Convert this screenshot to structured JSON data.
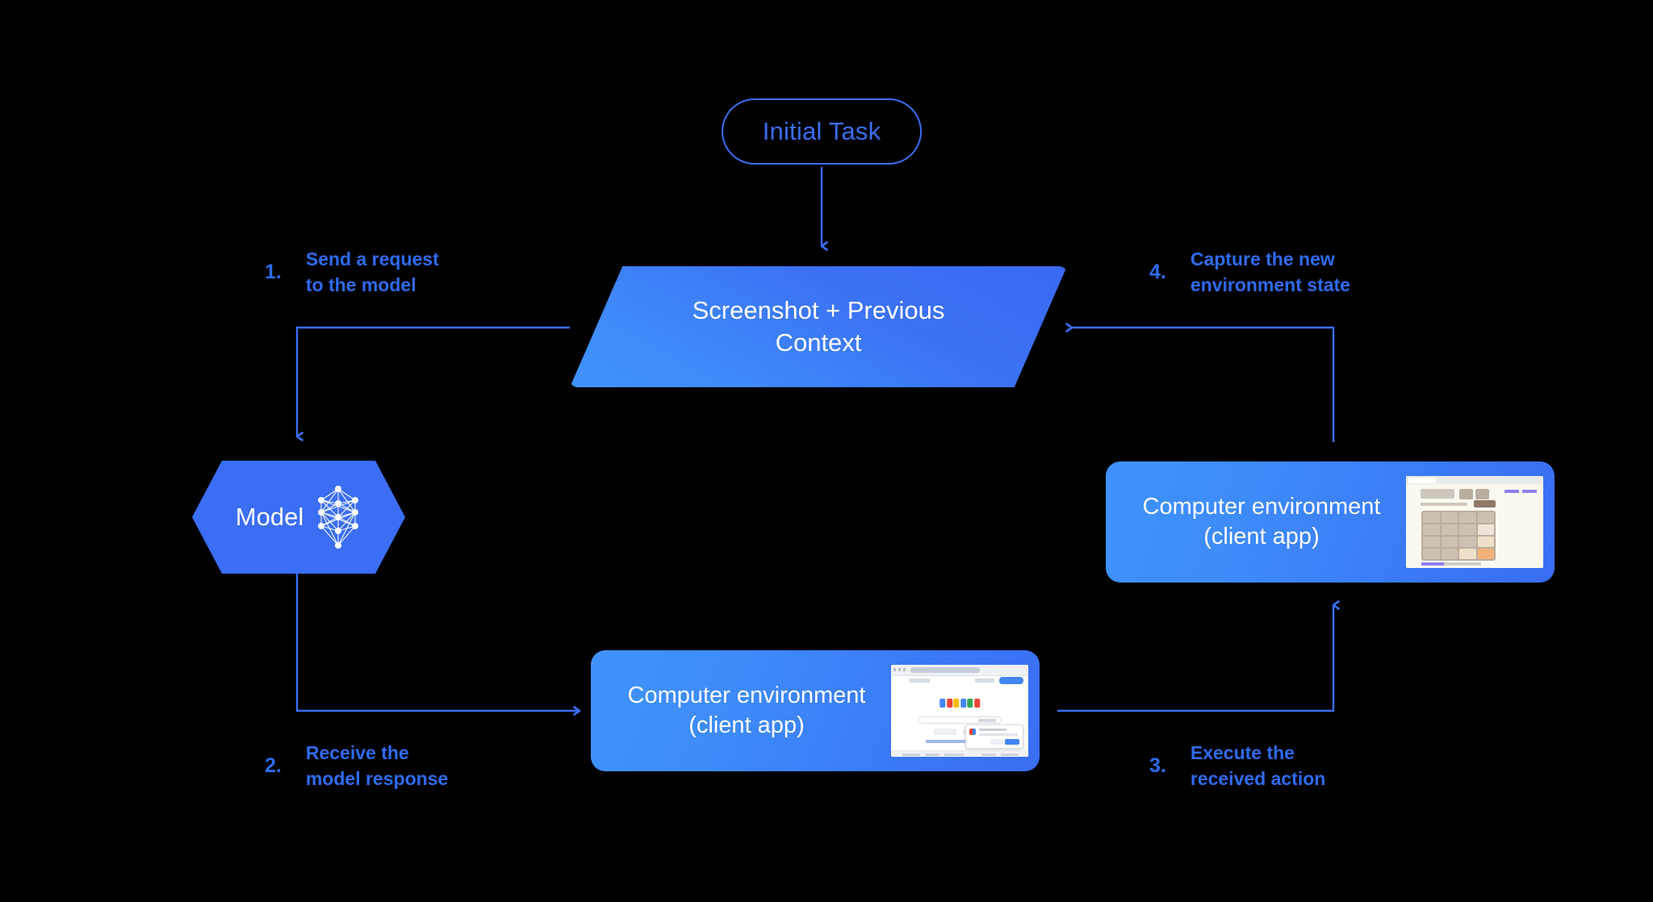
{
  "diagram": {
    "title_node": {
      "label": "Initial Task"
    },
    "context_node": {
      "line1": "Screenshot + Previous",
      "line2": "Context"
    },
    "model_node": {
      "label": "Model",
      "icon": "neural-network-icon"
    },
    "env_bottom": {
      "line1": "Computer environment",
      "line2": "(client app)",
      "thumbnail": "google-search-screenshot"
    },
    "env_right": {
      "line1": "Computer environment",
      "line2": "(client app)",
      "thumbnail": "2048-game-screenshot"
    },
    "steps": [
      {
        "num": "1.",
        "line1": "Send a request",
        "line2": "to the model"
      },
      {
        "num": "2.",
        "line1": "Receive the",
        "line2": "model response"
      },
      {
        "num": "3.",
        "line1": "Execute the",
        "line2": "received action"
      },
      {
        "num": "4.",
        "line1": "Capture the new",
        "line2": "environment state"
      }
    ],
    "colors": {
      "background": "#000000",
      "accent_blue": "#3b6ef5",
      "label_blue": "#2f6bf0",
      "gradient_light": "#3f93fb",
      "gradient_deep": "#3a69f3",
      "node_text": "#ffffff",
      "tile_orange": "#f2b179"
    },
    "game_tiles": {
      "grid": "4x4",
      "filled": [
        {
          "row": 2,
          "col": 4,
          "style": "t2"
        },
        {
          "row": 3,
          "col": 4,
          "style": "t4"
        },
        {
          "row": 4,
          "col": 3,
          "style": "t4"
        },
        {
          "row": 4,
          "col": 4,
          "style": "t16"
        }
      ]
    }
  }
}
